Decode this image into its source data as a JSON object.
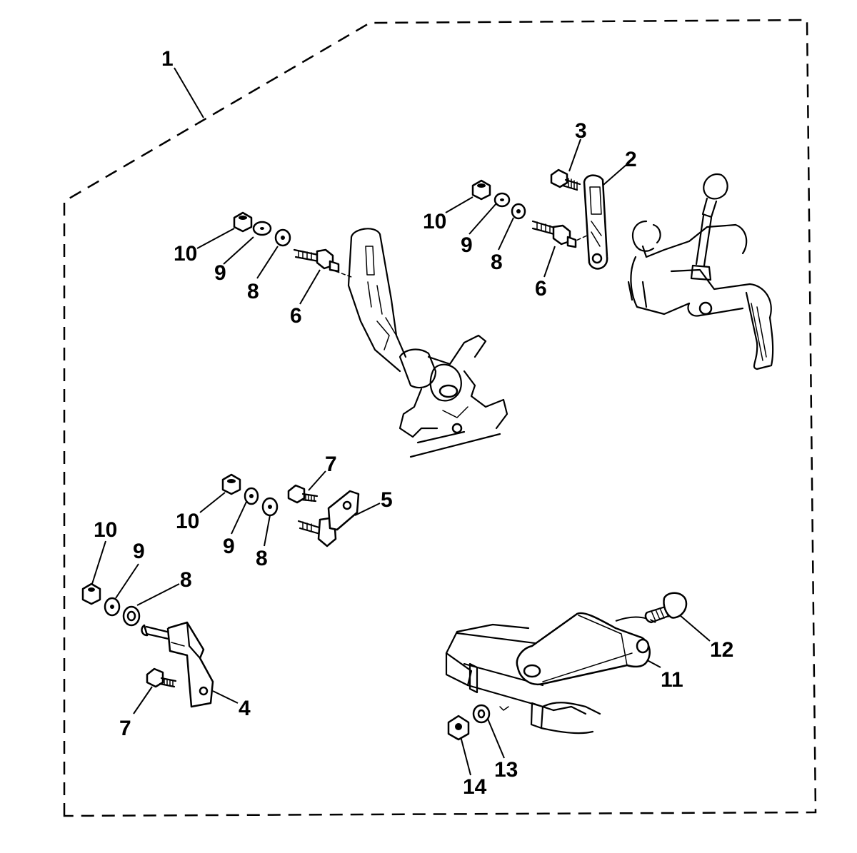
{
  "colors": {
    "ink": "#000000",
    "paper": "#ffffff"
  },
  "callouts": {
    "c1": "1",
    "c2": "2",
    "c3": "3",
    "c4": "4",
    "c5": "5",
    "c6a": "6",
    "c6b": "6",
    "c7a": "7",
    "c7b": "7",
    "c8a": "8",
    "c8b": "8",
    "c8c": "8",
    "c8d": "8",
    "c9a": "9",
    "c9b": "9",
    "c9c": "9",
    "c9d": "9",
    "c10a": "10",
    "c10b": "10",
    "c10c": "10",
    "c10d": "10",
    "c11": "11",
    "c12": "12",
    "c13": "13",
    "c14": "14"
  }
}
